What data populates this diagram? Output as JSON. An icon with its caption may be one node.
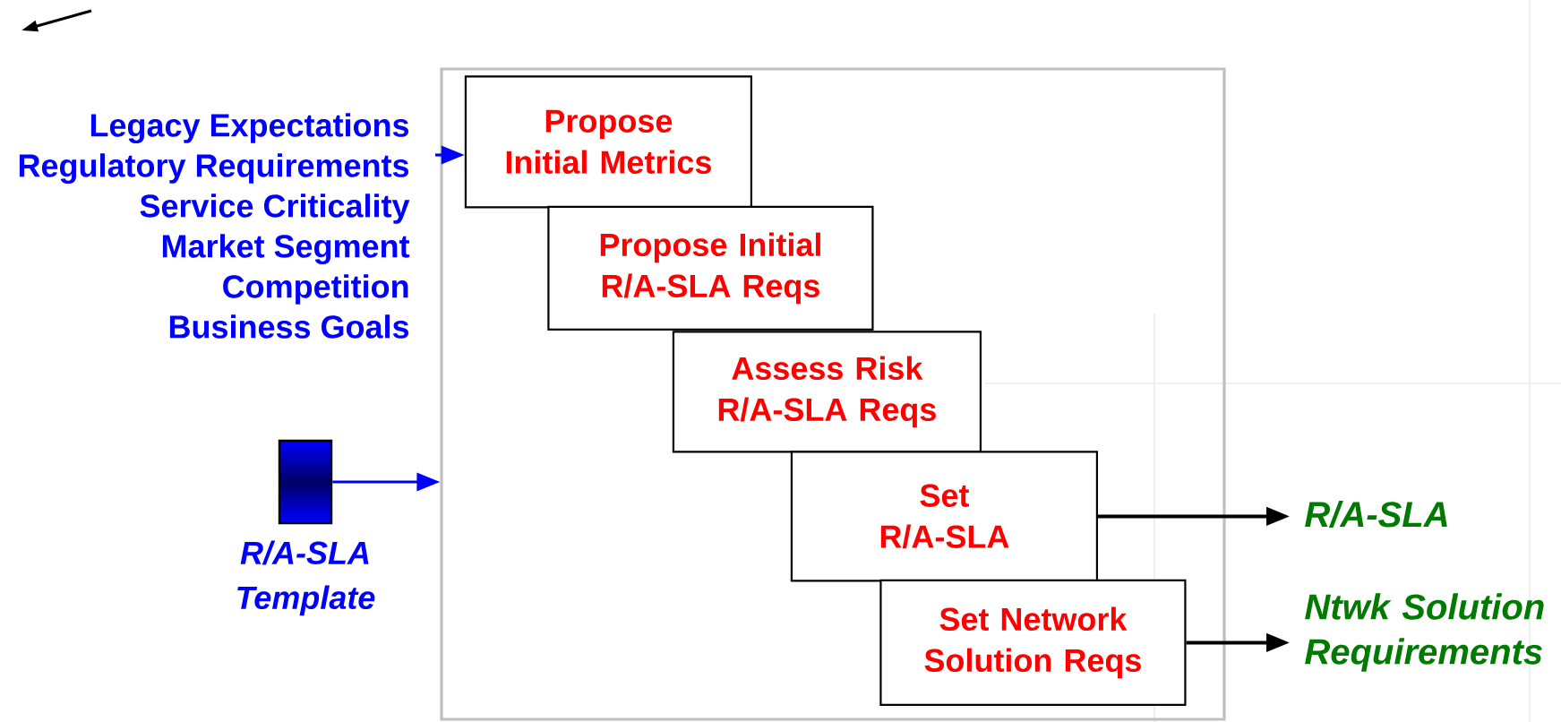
{
  "diagram": {
    "nodes": [
      {
        "text": [
          "Legacy Expectations",
          "Regulatory Requirements",
          "Service Criticality",
          "Market Segment",
          "Competition",
          "Business Goals"
        ]
      },
      {
        "text": [],
        "shape": "box"
      },
      {
        "text": [
          "Propose Initial Metrics"
        ],
        "in": 1
      },
      {
        "text": [
          "Propose Initial R/A-SLA Reqs"
        ],
        "in": 1
      },
      {
        "text": [
          "Assess Risk R/A-SLA Reqs"
        ],
        "in": 1
      },
      {
        "text": [
          "Set R/A-SLA"
        ],
        "in": 1
      },
      {
        "text": [
          "Set Network Solution Reqs"
        ],
        "in": 1
      },
      {
        "text": [],
        "shape": "box",
        "beside": [
          "R/A-SLA Template"
        ]
      },
      {
        "text": [
          "R/A-SLA"
        ]
      },
      {
        "text": [
          "Ntwk Solution Requirements"
        ]
      }
    ],
    "edges": [
      {
        "from": 0,
        "to": 2,
        "arrow": "to",
        "color": "#0000ff"
      },
      {
        "from": 7,
        "to": 1,
        "arrow": "to",
        "color": "#0000ff"
      },
      {
        "from": 5,
        "to": 8,
        "arrow": "to",
        "color": "#000000"
      },
      {
        "from": 6,
        "to": 9,
        "arrow": "to",
        "color": "#000000"
      }
    ]
  }
}
